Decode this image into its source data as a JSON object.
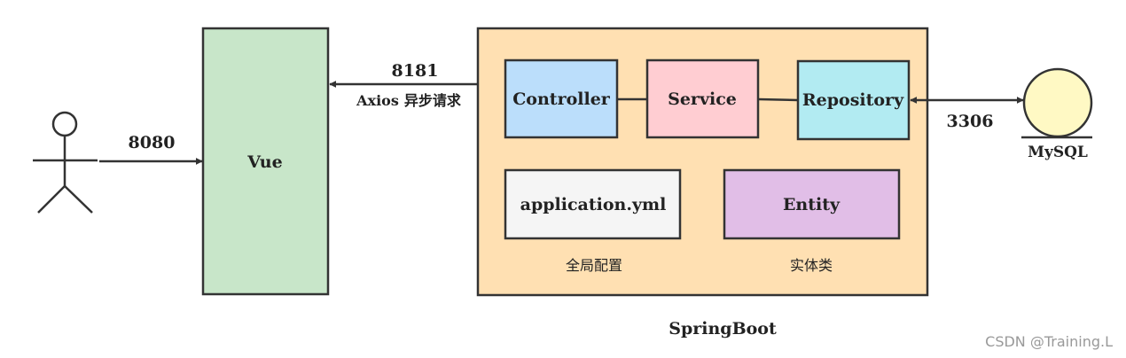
{
  "actor": {
    "label": ""
  },
  "user_link": {
    "label": "8080"
  },
  "vue": {
    "label": "Vue"
  },
  "axios_link": {
    "port": "8181",
    "label_en": "Axios",
    "label_cn": "异步请求"
  },
  "springboot": {
    "label": "SpringBoot",
    "controller": "Controller",
    "service": "Service",
    "repository": "Repository",
    "config": {
      "label": "application.yml",
      "caption": "全局配置"
    },
    "entity": {
      "label": "Entity",
      "caption": "实体类"
    }
  },
  "db_link": {
    "label": "3306"
  },
  "database": {
    "label": "MySQL"
  },
  "watermark": "CSDN @Training.L",
  "colors": {
    "vue": "#c8e6c9",
    "springboot": "#ffe0b2",
    "controller": "#bbdefb",
    "service": "#ffcdd2",
    "repository": "#b2ebf2",
    "config": "#f5f5f5",
    "entity": "#e1bee7",
    "database": "#fff9c4"
  }
}
